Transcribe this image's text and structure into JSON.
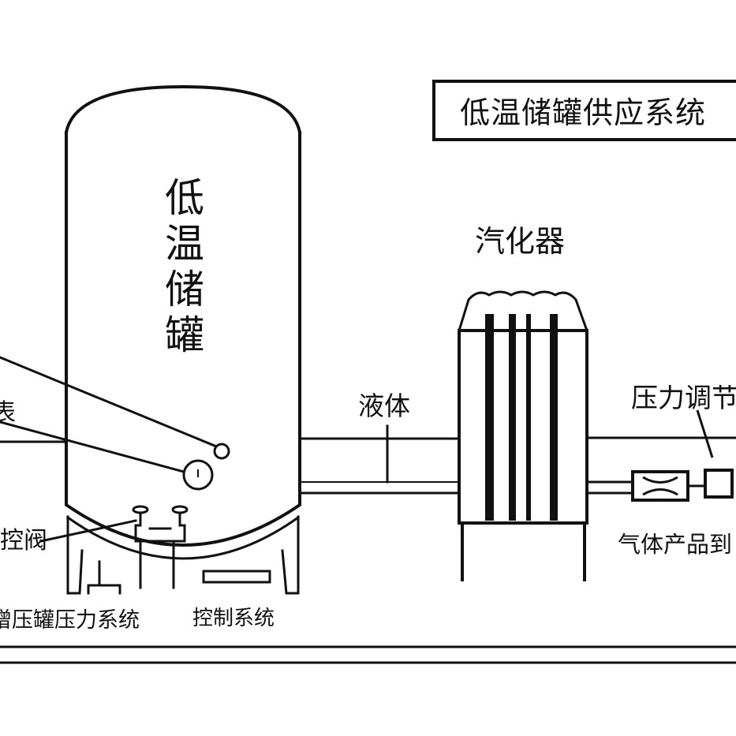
{
  "title": "低温储罐供应系统",
  "tank": {
    "label": "低温储罐"
  },
  "vaporizer": {
    "label": "汽化器"
  },
  "labels": {
    "liquid": "液体",
    "pressure_regulator": "压力调节",
    "gas_product": "气体产品到",
    "control_valve": "控阀",
    "gauge": "表",
    "boost_system": "增压罐压力系统",
    "control_system": "控制系统"
  },
  "colors": {
    "line": "#111111",
    "background": "#ffffff"
  }
}
